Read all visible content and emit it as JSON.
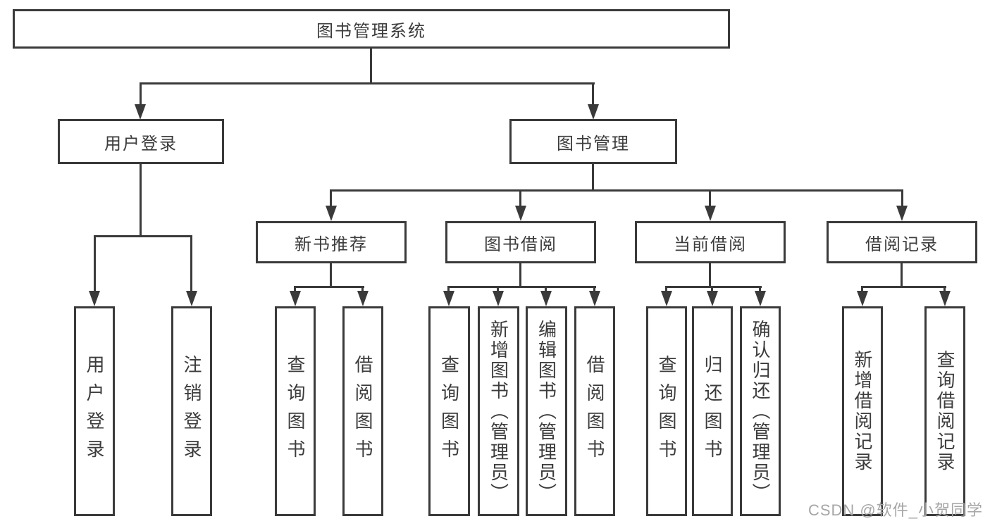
{
  "diagram": {
    "root": {
      "label": "图书管理系统"
    },
    "level2": [
      {
        "label": "用户登录"
      },
      {
        "label": "图书管理"
      }
    ],
    "level3": [
      {
        "label": "新书推荐"
      },
      {
        "label": "图书借阅"
      },
      {
        "label": "当前借阅"
      },
      {
        "label": "借阅记录"
      }
    ],
    "leaves": {
      "user_login": [
        "用户登录",
        "注销登录"
      ],
      "new_books": [
        "查询图书",
        "借阅图书"
      ],
      "book_borrow": [
        "查询图书",
        "新增图书（管理员）",
        "编辑图书（管理员）",
        "借阅图书"
      ],
      "current_borrow": [
        "查询图书",
        "归还图书",
        "确认归还（管理员）"
      ],
      "borrow_records": [
        "新增借阅记录",
        "查询借阅记录"
      ]
    }
  },
  "watermark": {
    "text": "CSDN @软件_小贺同学"
  },
  "colors": {
    "line": "#3a3a3a",
    "box_border": "#3a3a3a",
    "text": "#3c3c3c",
    "watermark": "#a6a6a6",
    "background": "#ffffff"
  }
}
